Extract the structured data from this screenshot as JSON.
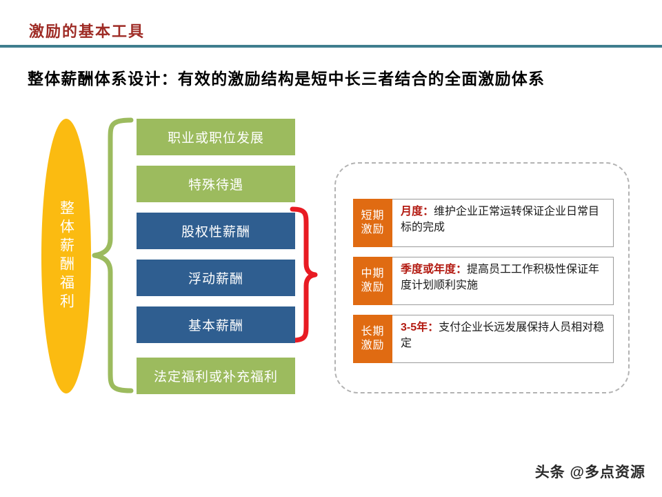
{
  "header": {
    "title": "激励的基本工具",
    "rule_color": "#3F7E8E",
    "title_color": "#9E2B25"
  },
  "main": {
    "title": "整体薪酬体系设计：有效的激励结构是短中长三者结合的全面激励体系"
  },
  "ellipse": {
    "label": "整体薪酬福利",
    "color": "#FBBB11"
  },
  "braces": {
    "left_color": "#9CBB5E",
    "right_color": "#E81B23"
  },
  "categories": [
    {
      "label": "职业或职位发展",
      "color": "#9CBB5E",
      "kind": "green"
    },
    {
      "label": "特殊待遇",
      "color": "#9CBB5E",
      "kind": "green"
    },
    {
      "label": "股权性薪酬",
      "color": "#2F5E90",
      "kind": "blue"
    },
    {
      "label": "浮动薪酬",
      "color": "#2F5E90",
      "kind": "blue"
    },
    {
      "label": "基本薪酬",
      "color": "#2F5E90",
      "kind": "blue"
    },
    {
      "label": "法定福利或补充福利",
      "color": "#9CBB5E",
      "kind": "green"
    }
  ],
  "incentives": {
    "panel_border_color": "#B2B2B2",
    "tag_color": "#E06B12",
    "lead_color": "#B31B12",
    "rows": [
      {
        "tag_line1": "短期",
        "tag_line2": "激励",
        "lead": "月度：",
        "body": "维护企业正常运转保证企业日常目标的完成"
      },
      {
        "tag_line1": "中期",
        "tag_line2": "激励",
        "lead": "季度或年度：",
        "body": "提高员工工作积极性保证年度计划顺利实施"
      },
      {
        "tag_line1": "长期",
        "tag_line2": "激励",
        "lead": "3-5年：",
        "body": "支付企业长远发展保持人员相对稳定"
      }
    ]
  },
  "watermark": {
    "text": "头条 @多点资源"
  }
}
